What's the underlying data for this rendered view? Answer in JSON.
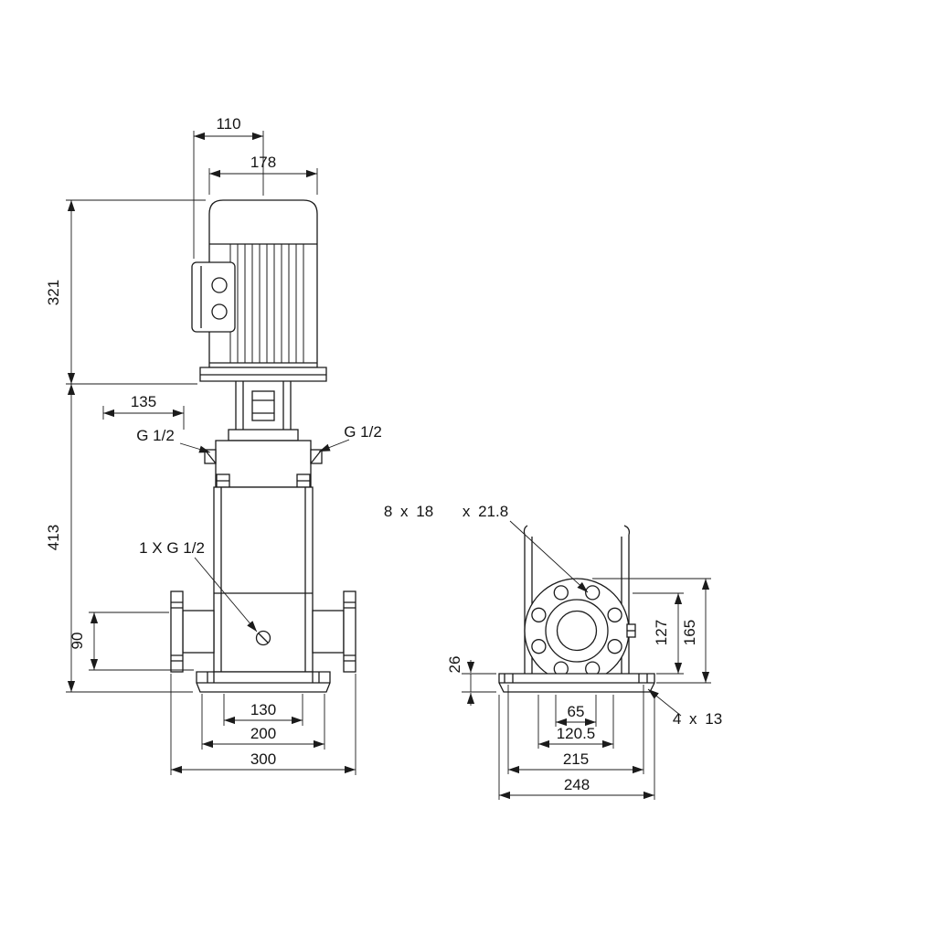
{
  "front": {
    "dim_110": "110",
    "dim_178": "178",
    "dim_321": "321",
    "dim_413": "413",
    "dim_135": "135",
    "port_left_label": "G 1/2",
    "port_right_label": "G 1/2",
    "drain_label": "1 X G 1/2",
    "dim_90": "90",
    "dim_130": "130",
    "dim_200": "200",
    "dim_300": "300"
  },
  "side": {
    "flange_holes_label": "8 x 18",
    "flange_holes_dia_label": "x 21.8",
    "dim_26": "26",
    "dim_127": "127",
    "dim_165": "165",
    "dim_65": "65",
    "dim_120_5": "120.5",
    "dim_215": "215",
    "dim_248": "248",
    "base_holes_label": "4 x 13"
  }
}
